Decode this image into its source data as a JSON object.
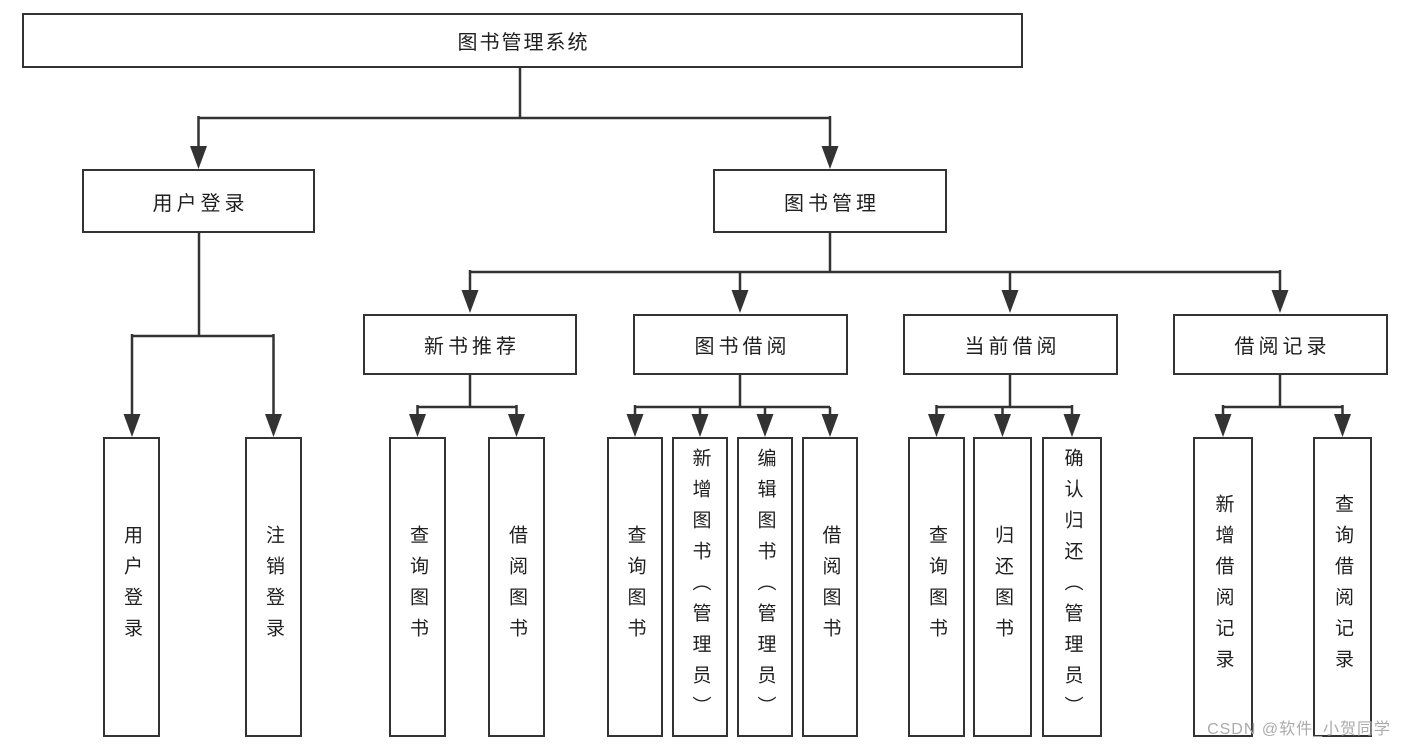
{
  "title": {
    "label": "图书管理系统"
  },
  "level2": [
    {
      "label": "用户登录"
    },
    {
      "label": "图书管理"
    }
  ],
  "level3": [
    {
      "label": "新书推荐"
    },
    {
      "label": "图书借阅"
    },
    {
      "label": "当前借阅"
    },
    {
      "label": "借阅记录"
    }
  ],
  "leaves": [
    {
      "label": "用户登录"
    },
    {
      "label": "注销登录"
    },
    {
      "label": "查询图书"
    },
    {
      "label": "借阅图书"
    },
    {
      "label": "查询图书"
    },
    {
      "label": "新增图书（管理员）"
    },
    {
      "label": "编辑图书（管理员）"
    },
    {
      "label": "借阅图书"
    },
    {
      "label": "查询图书"
    },
    {
      "label": "归还图书"
    },
    {
      "label": "确认归还（管理员）"
    },
    {
      "label": "新增借阅记录"
    },
    {
      "label": "查询借阅记录"
    }
  ],
  "watermark": {
    "text": "CSDN @软件_小贺同学"
  },
  "colors": {
    "line": "#333333",
    "text": "#1f1f1f",
    "watermark": "#ababab",
    "background": "#ffffff"
  }
}
